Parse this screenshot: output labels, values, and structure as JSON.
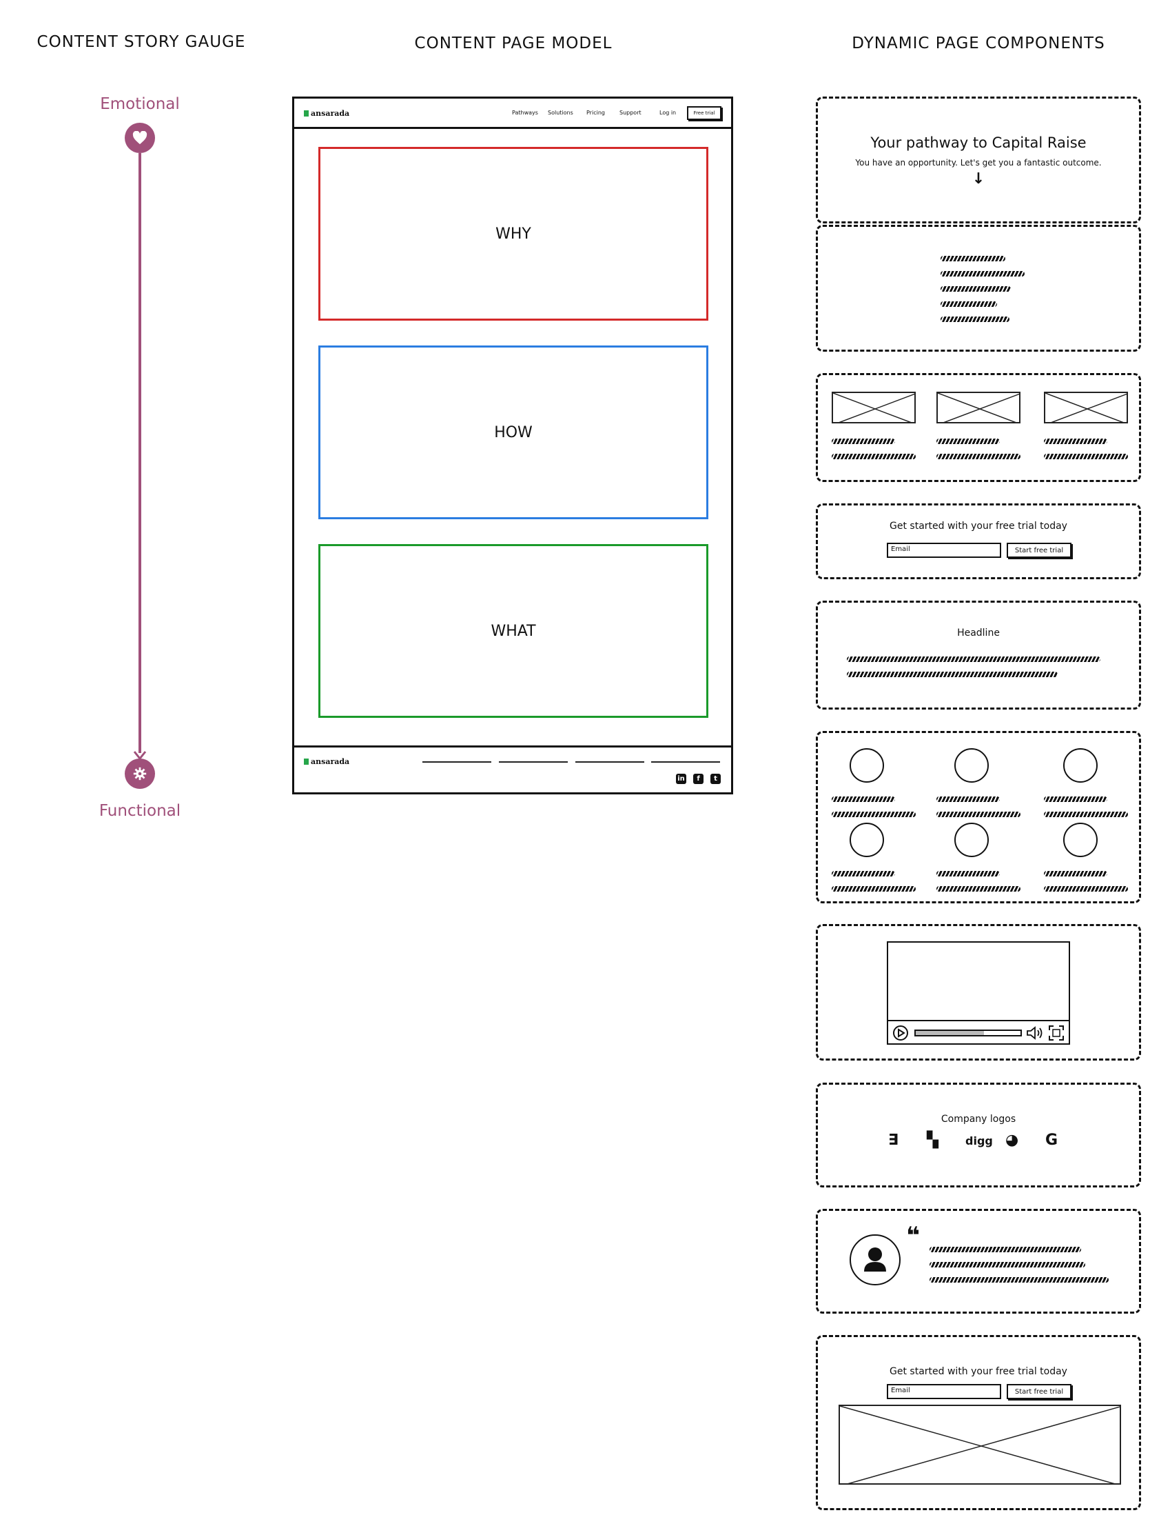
{
  "headers": {
    "gauge": "CONTENT STORY GAUGE",
    "model": "CONTENT PAGE MODEL",
    "components": "DYNAMIC PAGE COMPONENTS"
  },
  "gauge": {
    "top_label": "Emotional",
    "bottom_label": "Functional",
    "top_icon": "heart-icon",
    "bottom_icon": "gear-icon",
    "color": "#a0507a"
  },
  "page_model": {
    "logo_text": "ansarada",
    "nav": [
      "Pathways",
      "Solutions",
      "Pricing",
      "Support",
      "Log in"
    ],
    "cta": "Free trial",
    "sections": [
      {
        "label": "WHY",
        "color": "#d42a2a"
      },
      {
        "label": "HOW",
        "color": "#2b7de1"
      },
      {
        "label": "WHAT",
        "color": "#1a9a2a"
      }
    ],
    "footer_logo": "ansarada",
    "social_icons": [
      "linkedin-icon",
      "facebook-icon",
      "twitter-icon"
    ]
  },
  "components": {
    "hero": {
      "title": "Your pathway to Capital Raise",
      "subtitle": "You have an opportunity. Let's get you a fantastic outcome.",
      "arrow": "↓"
    },
    "signup_1": {
      "title": "Get started with your free trial today",
      "email_placeholder": "Email",
      "button": "Start free trial"
    },
    "headline_block": {
      "headline": "Headline"
    },
    "logos": {
      "title": "Company logos",
      "items": [
        "∃",
        "▚",
        "digg",
        "◕",
        "G"
      ]
    },
    "testimonial": {
      "quote_mark": "❝"
    },
    "signup_2": {
      "title": "Get started with your free trial today",
      "email_placeholder": "Email",
      "button": "Start free trial"
    }
  }
}
